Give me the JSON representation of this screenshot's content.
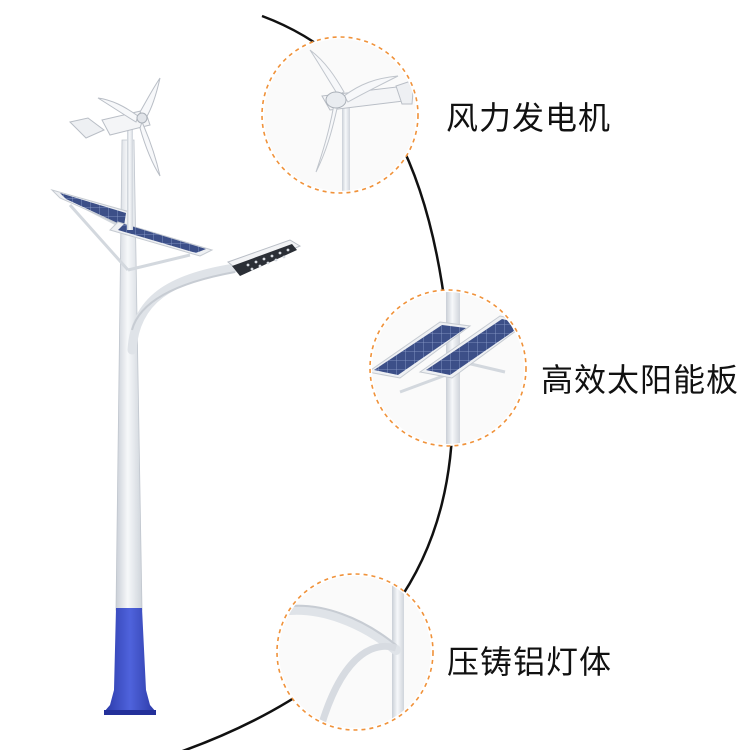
{
  "callouts": {
    "wind": {
      "label": "风力发电机"
    },
    "solar": {
      "label": "高效太阳能板"
    },
    "light": {
      "label": "压铸铝灯体"
    }
  },
  "colors": {
    "arc": "#111111",
    "dashed_ring": "#f0923a",
    "pole": "#e9edf1",
    "pole_base": "#3a4fc9",
    "solar_cell": "#3b4f8c"
  }
}
